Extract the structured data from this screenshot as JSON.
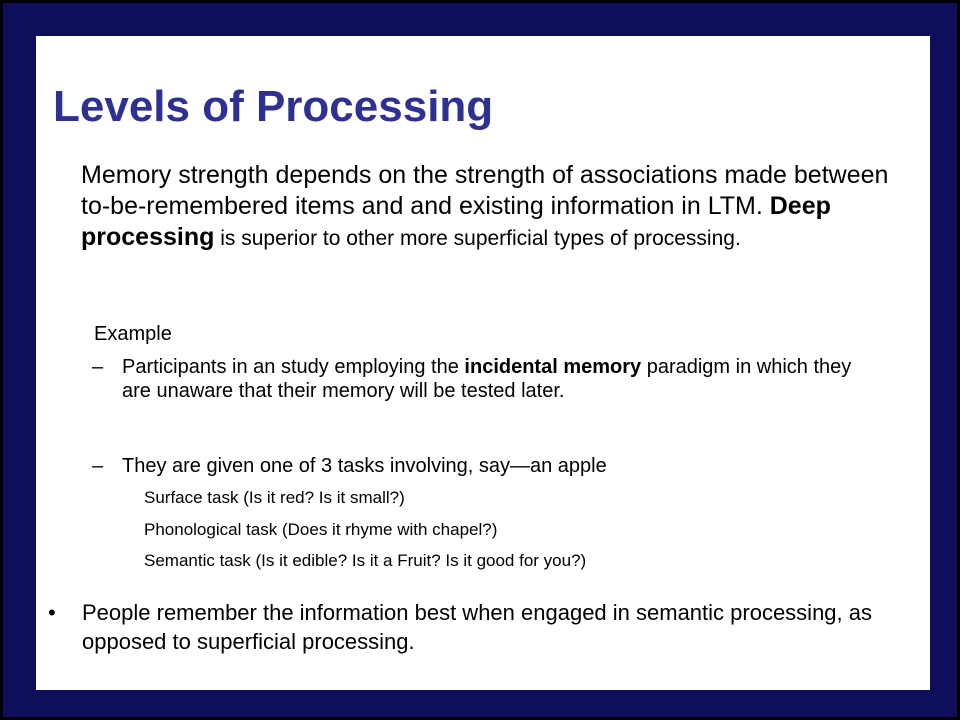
{
  "slide": {
    "title": "Levels of Processing",
    "intro": {
      "text1": "Memory strength depends on the strength of associations made between to-be-remembered items and and existing information in LTM.  ",
      "bold": "Deep processing",
      "text2": " is superior to other more superficial types of processing."
    },
    "example_label": "Example",
    "dash_marker": "–",
    "items": [
      {
        "text1": "Participants in an study employing the ",
        "bold": "incidental memory",
        "text2": " paradigm in which they are unaware that their memory will be tested later."
      },
      {
        "text": "They are given one of 3 tasks involving, say—an apple"
      }
    ],
    "subitems": [
      "Surface task (Is it red? Is it small?)",
      "Phonological task (Does it rhyme with chapel?)",
      "Semantic task (Is it edible? Is it a Fruit?  Is it good for you?)"
    ],
    "bullet_marker": "•",
    "conclusion": "People remember the information best when engaged in semantic processing, as opposed to superficial processing."
  },
  "colors": {
    "frame": "#0e0e5c",
    "title": "#2e3192"
  }
}
